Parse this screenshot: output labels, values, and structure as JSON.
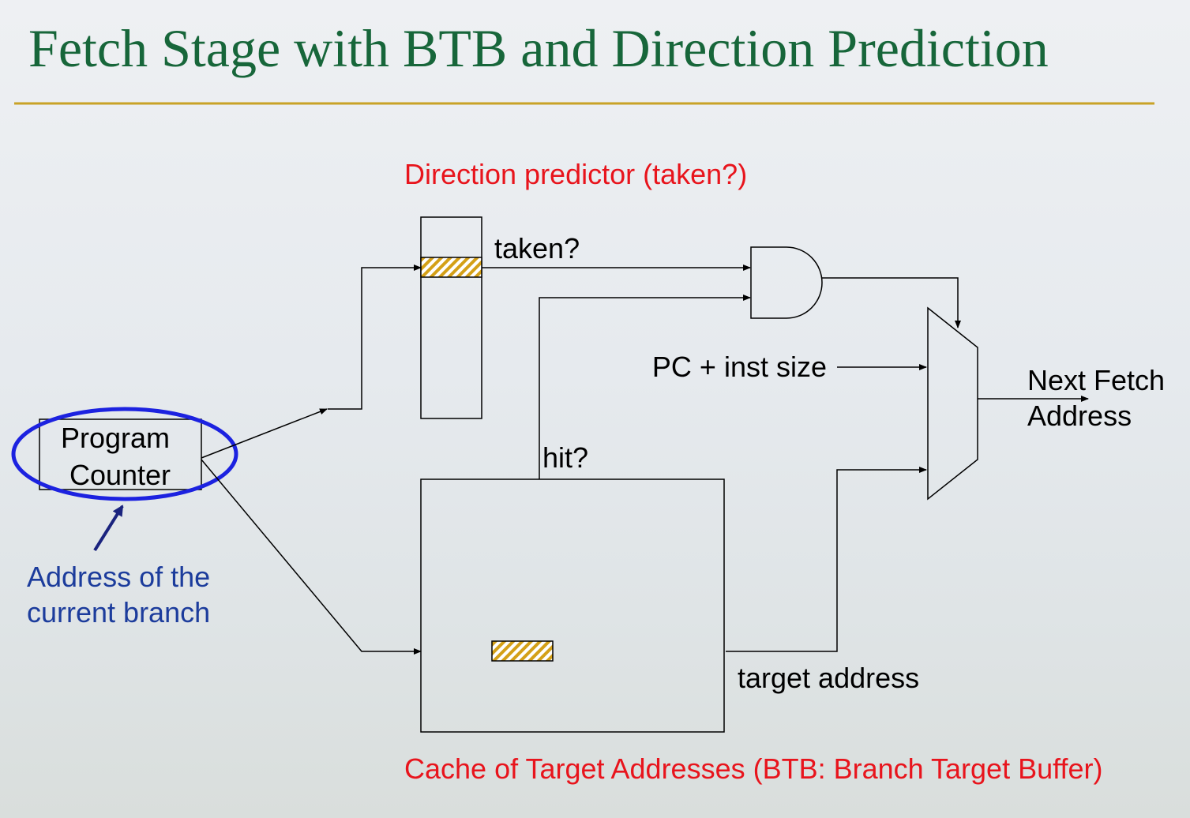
{
  "title": "Fetch Stage with BTB and Direction Prediction",
  "labels": {
    "direction_predictor": "Direction predictor (taken?)",
    "taken": "taken?",
    "hit": "hit?",
    "pc_inst_size": "PC + inst size",
    "next_fetch_line1": "Next Fetch",
    "next_fetch_line2": "Address",
    "pc_line1": "Program",
    "pc_line2": "Counter",
    "annotation_line1": "Address of the",
    "annotation_line2": "current branch",
    "target_address": "target address",
    "btb": "Cache of Target Addresses (BTB: Branch Target Buffer)"
  },
  "colors": {
    "title": "#17663a",
    "rule": "#c9a227",
    "red_label": "#e8141c",
    "blue_label": "#1c3c9c",
    "ellipse": "#1c22e0",
    "hatch": "#d4a017"
  }
}
